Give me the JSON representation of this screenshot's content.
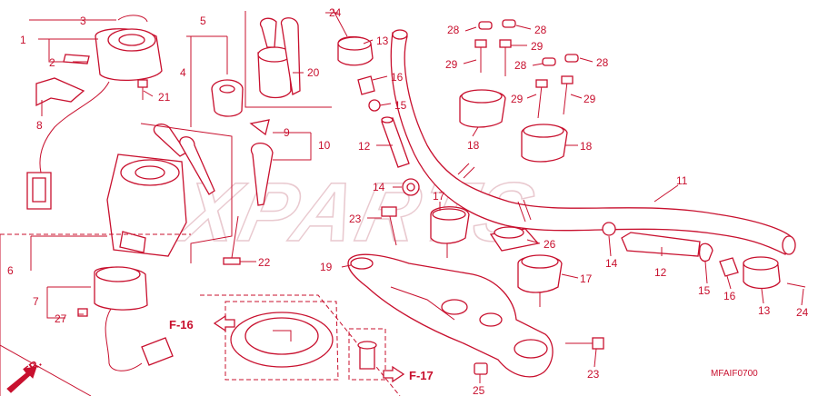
{
  "watermark": "XPARTS",
  "diagram_code": "MFAIF0700",
  "refs": {
    "f16": "F-16",
    "f17": "F-17",
    "front": "FR."
  },
  "callouts": [
    {
      "id": "c1",
      "label": "1"
    },
    {
      "id": "c2",
      "label": "2"
    },
    {
      "id": "c3",
      "label": "3"
    },
    {
      "id": "c4",
      "label": "4"
    },
    {
      "id": "c5",
      "label": "5"
    },
    {
      "id": "c6",
      "label": "6"
    },
    {
      "id": "c7",
      "label": "7"
    },
    {
      "id": "c8",
      "label": "8"
    },
    {
      "id": "c9",
      "label": "9"
    },
    {
      "id": "c10",
      "label": "10"
    },
    {
      "id": "c11",
      "label": "11"
    },
    {
      "id": "c12a",
      "label": "12"
    },
    {
      "id": "c12b",
      "label": "12"
    },
    {
      "id": "c13a",
      "label": "13"
    },
    {
      "id": "c13b",
      "label": "13"
    },
    {
      "id": "c14a",
      "label": "14"
    },
    {
      "id": "c14b",
      "label": "14"
    },
    {
      "id": "c15a",
      "label": "15"
    },
    {
      "id": "c15b",
      "label": "15"
    },
    {
      "id": "c16a",
      "label": "16"
    },
    {
      "id": "c16b",
      "label": "16"
    },
    {
      "id": "c17a",
      "label": "17"
    },
    {
      "id": "c17b",
      "label": "17"
    },
    {
      "id": "c18a",
      "label": "18"
    },
    {
      "id": "c18b",
      "label": "18"
    },
    {
      "id": "c19",
      "label": "19"
    },
    {
      "id": "c20",
      "label": "20"
    },
    {
      "id": "c21",
      "label": "21"
    },
    {
      "id": "c22",
      "label": "22"
    },
    {
      "id": "c23a",
      "label": "23"
    },
    {
      "id": "c23b",
      "label": "23"
    },
    {
      "id": "c24a",
      "label": "24"
    },
    {
      "id": "c24b",
      "label": "24"
    },
    {
      "id": "c25",
      "label": "25"
    },
    {
      "id": "c26",
      "label": "26"
    },
    {
      "id": "c27",
      "label": "27"
    },
    {
      "id": "c28a",
      "label": "28"
    },
    {
      "id": "c28b",
      "label": "28"
    },
    {
      "id": "c28c",
      "label": "28"
    },
    {
      "id": "c28d",
      "label": "28"
    },
    {
      "id": "c29a",
      "label": "29"
    },
    {
      "id": "c29b",
      "label": "29"
    },
    {
      "id": "c29c",
      "label": "29"
    },
    {
      "id": "c29d",
      "label": "29"
    }
  ],
  "colors": {
    "line": "#c8102e",
    "watermark": "#e9c9cf",
    "background": "#ffffff"
  }
}
